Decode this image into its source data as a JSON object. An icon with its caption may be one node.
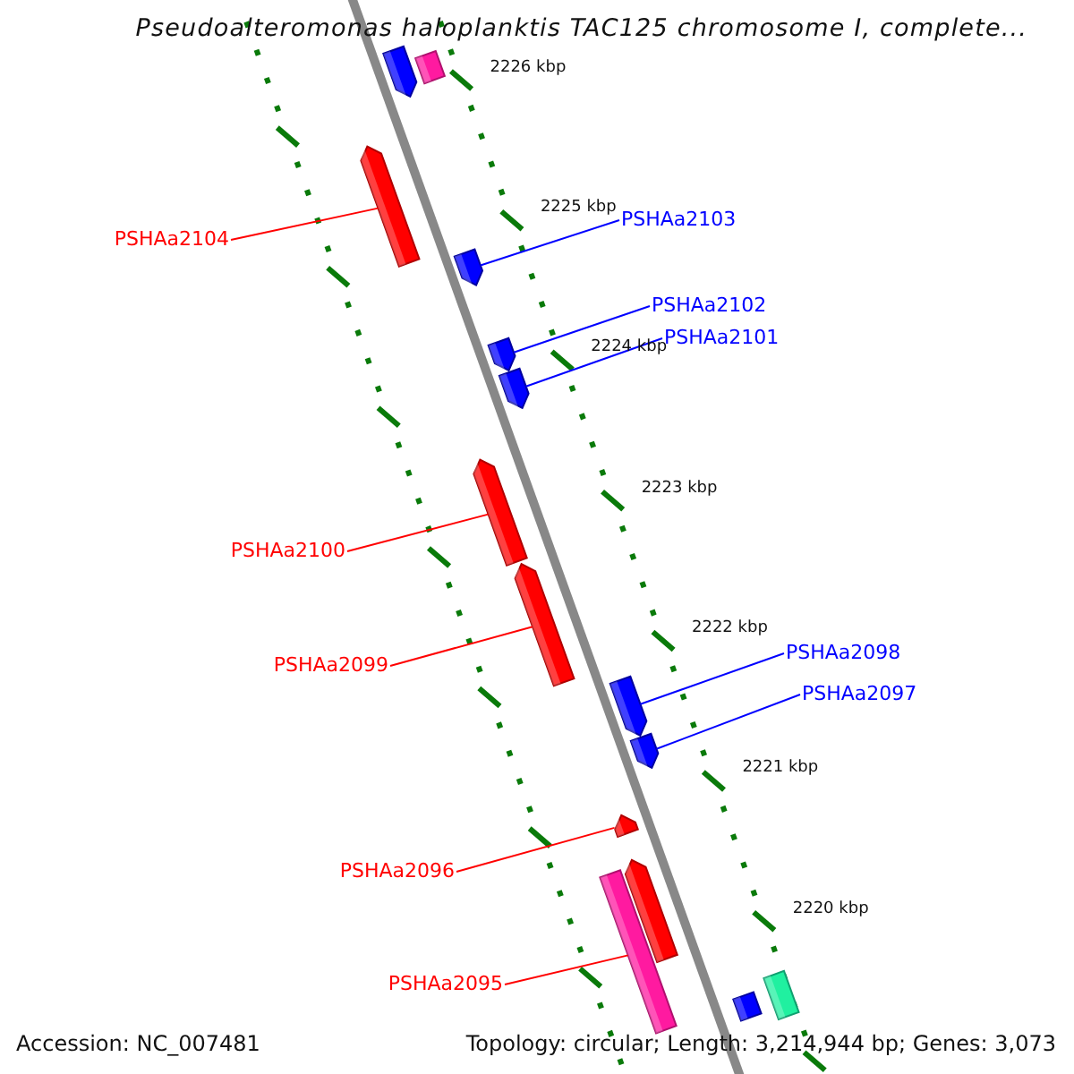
{
  "diagram": {
    "title": "Pseudoalteromonas haloplanktis TAC125 chromosome I, complete...",
    "nodes": [
      {
        "text": [
          "PSHAa2104"
        ]
      },
      {
        "text": [
          "PSHAa2103"
        ]
      },
      {
        "text": [
          "PSHAa2102"
        ]
      },
      {
        "text": [
          "PSHAa2101"
        ]
      },
      {
        "text": [
          "PSHAa2100"
        ]
      },
      {
        "text": [
          "PSHAa2099"
        ]
      },
      {
        "text": [
          "PSHAa2098"
        ]
      },
      {
        "text": [
          "PSHAa2097"
        ]
      },
      {
        "text": [
          "PSHAa2096"
        ]
      },
      {
        "text": [
          "PSHAa2095"
        ]
      },
      {
        "text": [],
        "shape": "bar"
      },
      {
        "text": [],
        "shape": "bar"
      },
      {
        "text": [],
        "shape": "bar"
      },
      {
        "text": [],
        "shape": "bar"
      },
      {
        "text": [],
        "shape": "bar"
      },
      {
        "text": [],
        "shape": "bar"
      },
      {
        "text": [],
        "shape": "bar"
      },
      {
        "text": [],
        "shape": "bar"
      },
      {
        "text": [],
        "shape": "bar"
      },
      {
        "text": [],
        "shape": "bar"
      },
      {
        "text": [],
        "shape": "bar"
      },
      {
        "text": [],
        "shape": "bar"
      },
      {
        "text": [],
        "shape": "bar"
      },
      {
        "text": [],
        "shape": "bar"
      },
      {
        "text": [],
        "shape": "bar"
      }
    ],
    "edges": [
      {
        "from": 0,
        "to": 12,
        "arrow": "none"
      },
      {
        "from": 1,
        "to": 13,
        "arrow": "none",
        "color": "#0000ff"
      },
      {
        "from": 2,
        "to": 14,
        "arrow": "none",
        "color": "#0000ff"
      },
      {
        "from": 3,
        "to": 15,
        "arrow": "none",
        "color": "#0000ff"
      },
      {
        "from": 4,
        "to": 16,
        "arrow": "none"
      },
      {
        "from": 5,
        "to": 17,
        "arrow": "none"
      },
      {
        "from": 6,
        "to": 18,
        "arrow": "none",
        "color": "#0000ff"
      },
      {
        "from": 7,
        "to": 19,
        "arrow": "none",
        "color": "#0000ff"
      },
      {
        "from": 8,
        "to": 20,
        "arrow": "none"
      },
      {
        "from": 9,
        "to": 22,
        "arrow": "none"
      }
    ],
    "labels": [
      "2226 kbp",
      "2225 kbp",
      "2224 kbp",
      "2223 kbp",
      "2222 kbp",
      "2221 kbp",
      "2220 kbp",
      "Accession: NC_007481",
      "Topology: circular; Length: 3,214,944 bp; Genes: 3,073"
    ]
  }
}
